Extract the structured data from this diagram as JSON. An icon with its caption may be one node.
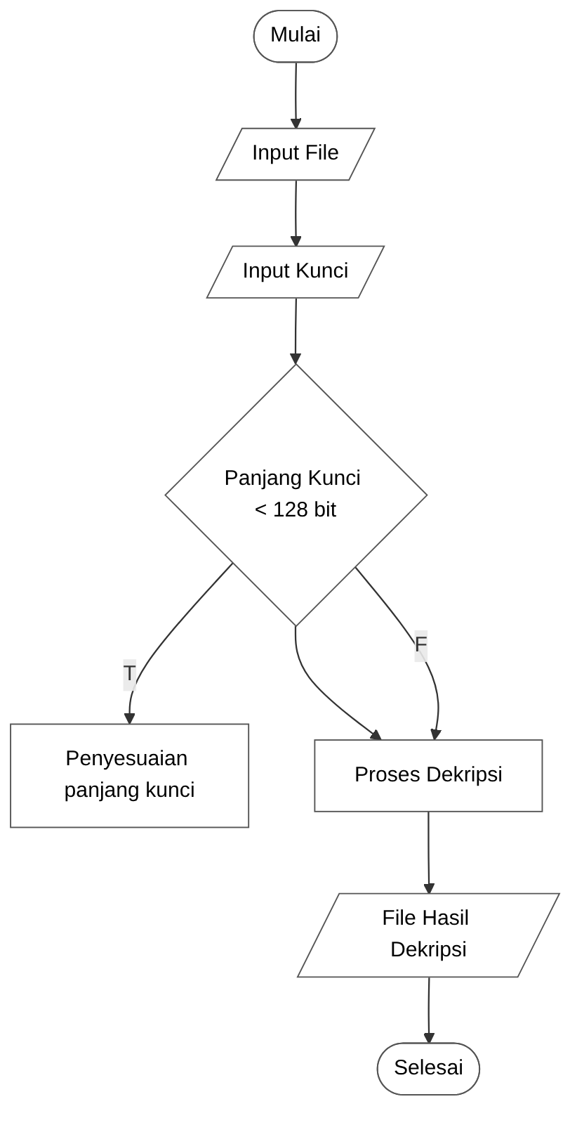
{
  "diagram": {
    "nodes": [
      {
        "text": [
          "Mulai"
        ]
      },
      {
        "text": [
          "Input File"
        ]
      },
      {
        "text": [
          "Input Kunci"
        ]
      },
      {
        "text": [
          "Panjang Kunci < 128 bit"
        ]
      },
      {
        "text": [
          "Penyesuaian panjang kunci"
        ]
      },
      {
        "text": [
          "Proses Dekripsi"
        ]
      },
      {
        "text": [
          "File Hasil Dekripsi"
        ]
      },
      {
        "text": [
          "Selesai"
        ]
      }
    ],
    "edges": [
      {
        "from": 0,
        "to": 1,
        "arrow": "to"
      },
      {
        "from": 1,
        "to": 2,
        "arrow": "to"
      },
      {
        "from": 2,
        "to": 3,
        "arrow": "to"
      },
      {
        "from": 3,
        "to": 4,
        "label": "T",
        "arrow": "to"
      },
      {
        "from": 3,
        "to": 5,
        "arrow": "to"
      },
      {
        "from": 3,
        "to": 5,
        "label": "F",
        "arrow": "to"
      },
      {
        "from": 5,
        "to": 6,
        "arrow": "to"
      },
      {
        "from": 6,
        "to": 7,
        "arrow": "to"
      }
    ]
  }
}
